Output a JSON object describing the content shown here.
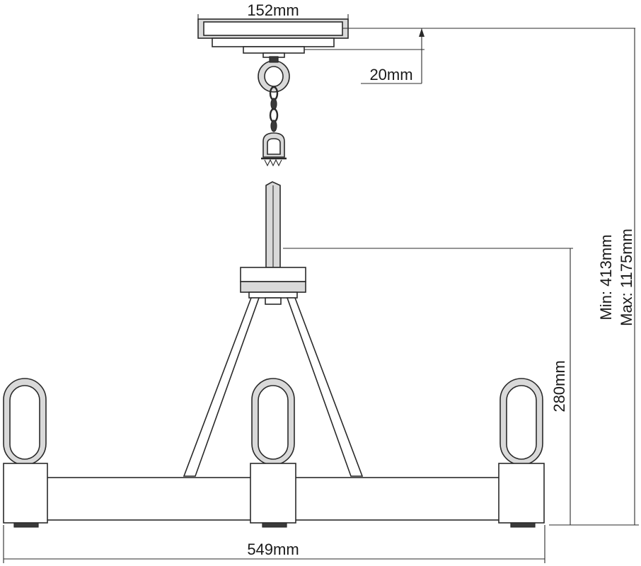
{
  "dimensions": {
    "canopy_width": "152mm",
    "canopy_height": "20mm",
    "body_height": "280mm",
    "overall_min": "Min: 413mm",
    "overall_max": "Max: 1175mm",
    "overall_width": "549mm"
  }
}
